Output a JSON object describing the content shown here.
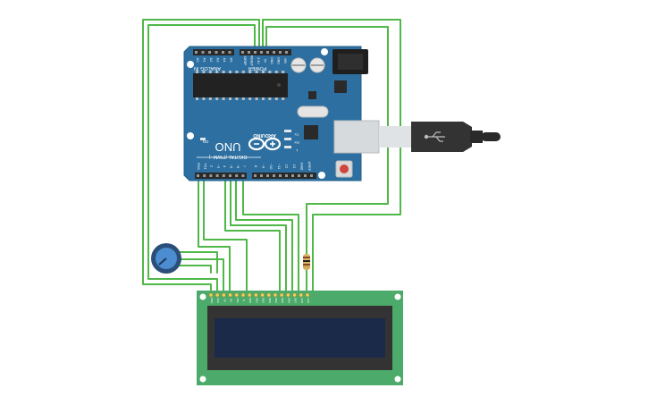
{
  "circuit": {
    "colors": {
      "wire": "#4fb848",
      "board": "#2c6fa0",
      "board_edge": "#245f8c",
      "lcd_board": "#4caa6a",
      "lcd_bezel": "#333333",
      "lcd_screen": "#1c2a4a",
      "pot_body": "#2c4f7a",
      "pot_knob": "#4b8dd0",
      "usb_body": "#333333",
      "usb_metal": "#cfd3d6",
      "reset_button": "#d0453d"
    },
    "arduino": {
      "brand": "ARDUINO",
      "model": "UNO",
      "header_analog": "ANALOG IN",
      "header_power": "POWER",
      "header_digital": "DIGITAL (PWM~)",
      "analog_pins": [
        "A0",
        "A1",
        "A2",
        "A3",
        "A4",
        "A5"
      ],
      "power_pins": [
        "IOREF",
        "RESET",
        "3.3V",
        "5V",
        "GND",
        "GND",
        "VIN"
      ],
      "digital_pins_low": [
        "RX0",
        "TX1",
        "2",
        "~3",
        "4",
        "~5",
        "~6",
        "7"
      ],
      "digital_pins_high": [
        "8",
        "~9",
        "~10",
        "~11",
        "12",
        "13",
        "GND",
        "AREF"
      ],
      "led_labels": [
        "TX",
        "RX",
        "L"
      ],
      "on_label": "ON"
    },
    "lcd": {
      "pin_labels": [
        "GND",
        "VCC",
        "V0",
        "RS",
        "RW",
        "E",
        "DB0",
        "DB1",
        "DB2",
        "DB3",
        "DB4",
        "DB5",
        "DB6",
        "DB7",
        "LED",
        "LED"
      ]
    }
  }
}
